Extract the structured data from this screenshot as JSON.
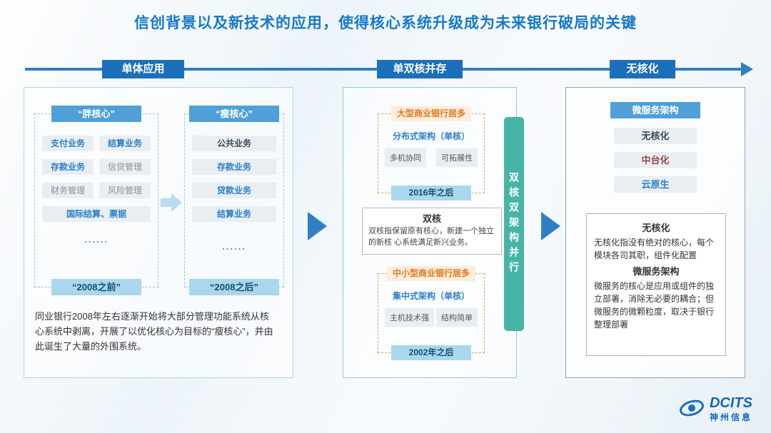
{
  "title": "信创背景以及新技术的应用，使得核心系统升级成为未来银行破局的关键",
  "timeline": {
    "stages": [
      {
        "label": "单体应用"
      },
      {
        "label": "单双核并存"
      },
      {
        "label": "无核化"
      }
    ]
  },
  "panel1": {
    "fat_core": {
      "header": "“胖核心”",
      "cells": [
        "支付业务",
        "结算业务",
        "存款业务",
        "信贷管理",
        "财务管理",
        "风险管理"
      ],
      "wide": "国际结算、票据",
      "dots": "......",
      "footer": "“2008之前”"
    },
    "thin_core": {
      "header": "“瘦核心”",
      "cells": [
        "公共业务",
        "存款业务",
        "贷款业务",
        "结算业务"
      ],
      "dots": "......",
      "footer": "“2008之后”"
    },
    "description": "同业银行2008年左右逐渐开始将大部分管理功能系统从核心系统中剥离，开展了以优化核心为目标的“瘦核心”，并由此诞生了大量的外围系统。"
  },
  "panel2": {
    "large_bank": {
      "header": "大型商业银行居多",
      "subtitle": "分布式架构（单核）",
      "tags": [
        "多机协同",
        "可拓展性"
      ],
      "footer": "2016年之后"
    },
    "dual_core": {
      "title": "双核",
      "text": "双核指保留原有核心，新建一个独立的新核 心系统满足新兴业务。"
    },
    "small_bank": {
      "header": "中小型商业银行居多",
      "subtitle": "集中式架构（单核）",
      "tags": [
        "主机技术强",
        "结构简单"
      ],
      "footer": "2002年之后"
    },
    "side_label": "双核双架构并行"
  },
  "panel3": {
    "header": "微服务架构",
    "items": [
      "无核化",
      "中台化",
      "云原生"
    ],
    "detail": {
      "title1": "无核化",
      "text1": "无核化指没有绝对的核心，每个模块各司其职，组件化配置",
      "title2": "微服务架构",
      "text2": "微服务的核心是应用或组件的独立部署，消除无必要的耦合；但微服务的微颗粒度，取决于银行整理部署"
    }
  },
  "logo": {
    "brand": "DCITS",
    "company": "神州信息"
  }
}
